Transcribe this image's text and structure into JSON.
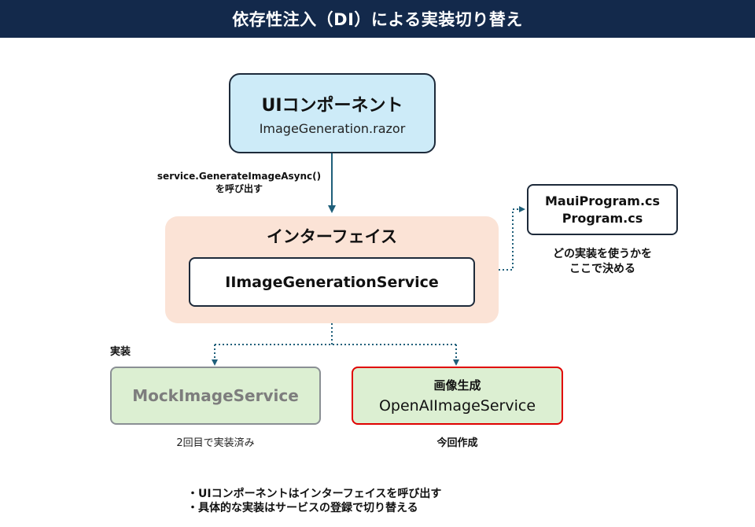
{
  "header": {
    "title": "依存性注入（DI）による実装切り替え"
  },
  "ui_component": {
    "title": "UIコンポーネント",
    "file": "ImageGeneration.razor"
  },
  "call": {
    "method": "service.GenerateImageAsync()",
    "note": "を呼び出す"
  },
  "interface": {
    "title": "インターフェイス",
    "name": "IImageGenerationService"
  },
  "registration": {
    "files": [
      "MauiProgram.cs",
      "Program.cs"
    ],
    "note_lines": [
      "どの実装を使うかを",
      "ここで決める"
    ]
  },
  "implementations": {
    "label": "実装",
    "mock": {
      "name": "MockImageService",
      "note": "2回目で実装済み"
    },
    "openai": {
      "tag": "画像生成",
      "name": "OpenAIImageService",
      "note": "今回作成"
    }
  },
  "summary": [
    "・UIコンポーネントはインターフェイスを呼び出す",
    "・具体的な実装はサービスの登録で切り替える"
  ],
  "colors": {
    "header_bg": "#13294b",
    "ui_box": "#cdebf8",
    "interface_bg": "#fbe3d6",
    "impl_box": "#dcefd2",
    "highlight_border": "#e00000",
    "connector": "#1f5f7a"
  }
}
